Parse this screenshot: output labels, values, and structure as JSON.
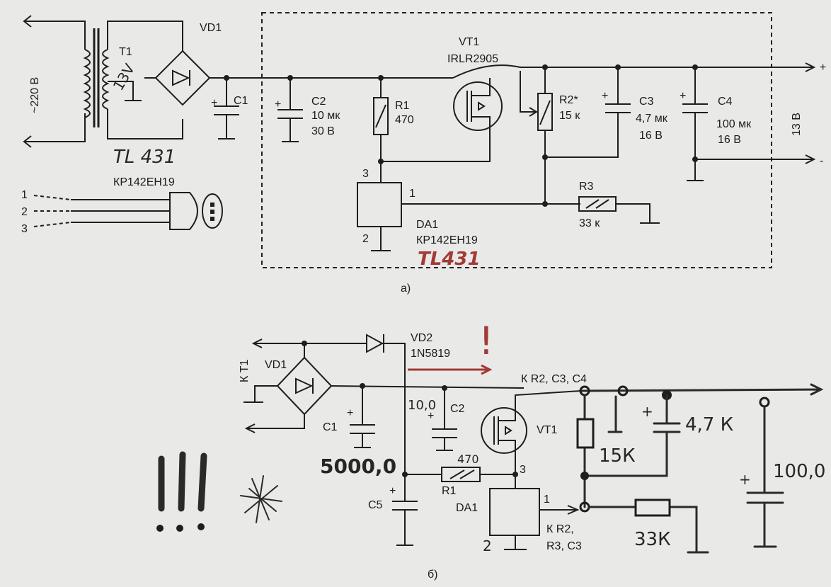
{
  "colors": {
    "paper": "#e9e9e7",
    "ink": "#1e1e1e",
    "red_ink": "#a23a35"
  },
  "diagram_a": {
    "mains_label": "~220 В",
    "t1_label": "T1",
    "t1_hand_note": "13V",
    "vd1_label": "VD1",
    "c1_label": "C1",
    "c2_name": "C2",
    "c2_value": "10 мк",
    "c2_voltage": "30 В",
    "r1_name": "R1",
    "r1_value": "470",
    "vt1_name": "VT1",
    "vt1_type": "IRLR2905",
    "r2_name": "R2*",
    "r2_value": "15 к",
    "c3_name": "C3",
    "c3_value": "4,7 мк",
    "c3_voltage": "16 В",
    "c4_name": "C4",
    "c4_value": "100 мк",
    "c4_voltage": "16 В",
    "output_voltage": "13 В",
    "out_plus": "+",
    "out_minus": "-",
    "r3_name": "R3",
    "r3_value": "33 к",
    "da1_name": "DA1",
    "da1_type": "КР142ЕН19",
    "pin1": "1",
    "pin2": "2",
    "pin3": "3",
    "tl431_red": "TL431",
    "tl431_hand": "TL 431",
    "package_label": "КР142ЕН19",
    "pinout": [
      "1",
      "2",
      "3"
    ],
    "caption": "а)"
  },
  "diagram_b": {
    "kt1_label": "К Т1",
    "vd1_label": "VD1",
    "vd2_name": "VD2",
    "vd2_type": "1N5819",
    "exclamation": "!",
    "c1_label": "C1",
    "c1_hand_value": "5000,0",
    "c2_label": "C2",
    "c2_hand_value": "10,0",
    "c5_label": "C5",
    "r1_label": "R1",
    "r1_hand_value": "470",
    "vt1_label": "VT1",
    "da1_label": "DA1",
    "node_top_label": "К R2, C3, C4",
    "node_bottom_label_1": "К R2,",
    "node_bottom_label_2": "R3, C3",
    "r2_hand_value": "15К",
    "c3_hand_value": "4,7 К",
    "c4_hand_value": "100,0",
    "r3_hand_value": "33К",
    "pin1": "1",
    "pin2": "2",
    "pin3": "3",
    "caption": "б)"
  }
}
